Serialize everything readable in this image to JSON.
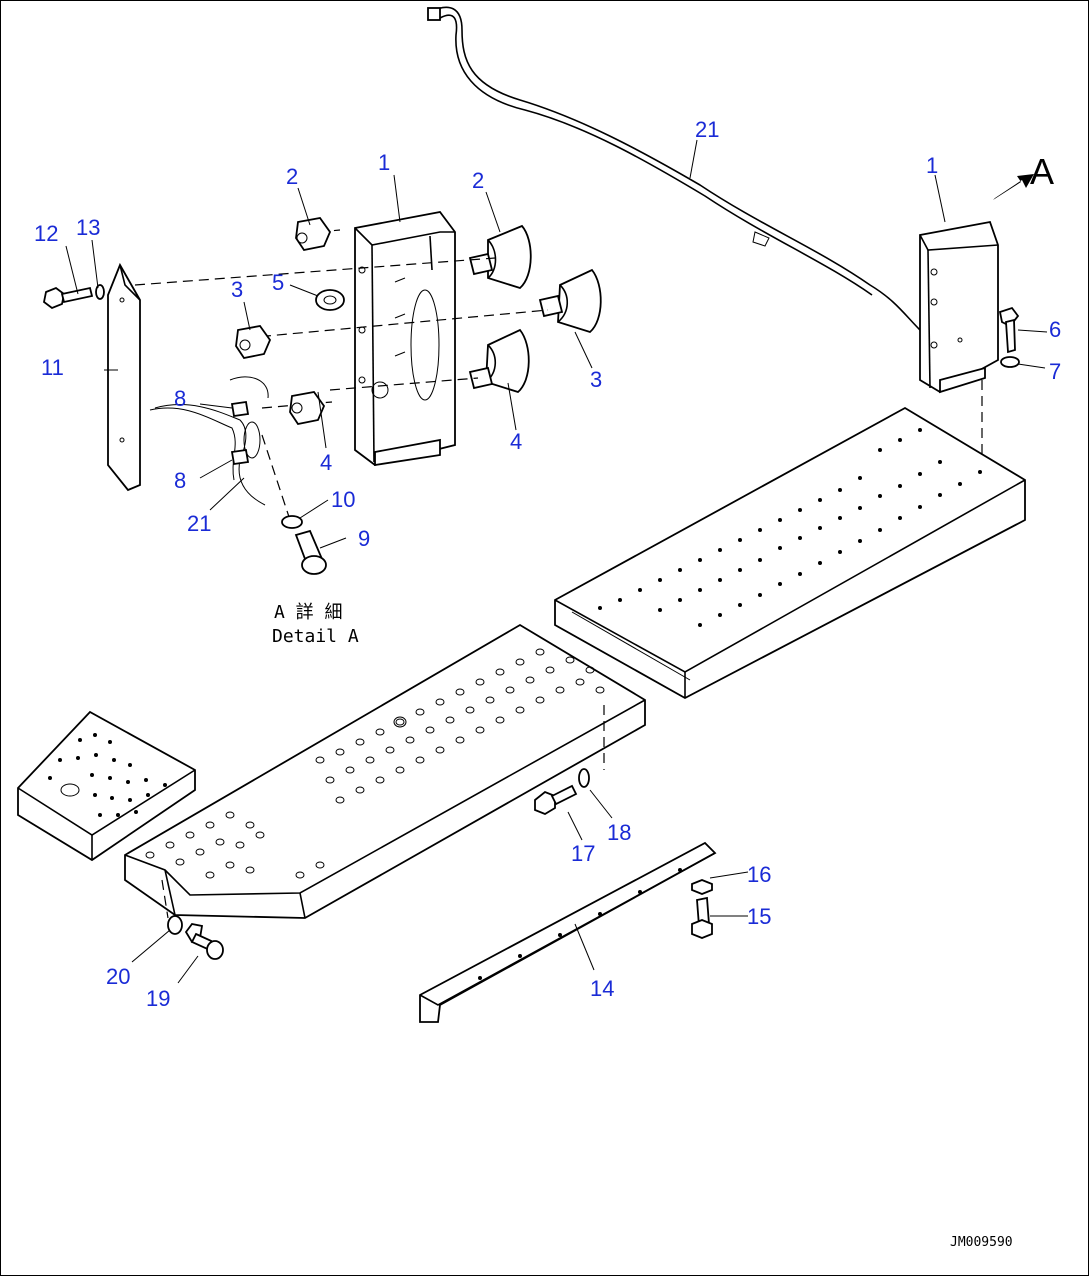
{
  "diagram": {
    "view_marker": "A",
    "detail_label_jp": "A 詳 細",
    "detail_label_en": "Detail A",
    "drawing_code": "JM009590",
    "callouts": [
      "1",
      "1",
      "2",
      "2",
      "3",
      "3",
      "4",
      "4",
      "5",
      "6",
      "7",
      "8",
      "8",
      "9",
      "10",
      "11",
      "12",
      "13",
      "14",
      "15",
      "16",
      "17",
      "18",
      "19",
      "20",
      "21",
      "21"
    ]
  },
  "colors": {
    "callout": "#1a2bd6",
    "line": "#000000"
  }
}
